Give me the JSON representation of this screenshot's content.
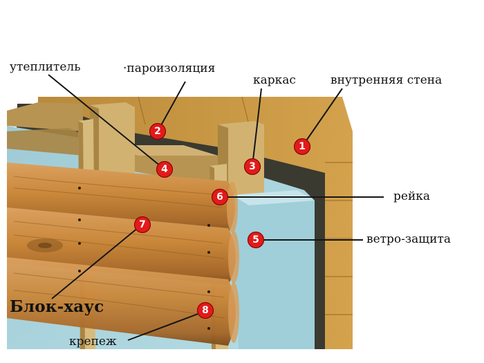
{
  "colors": {
    "leader": "#151515",
    "marker": "#e21a1a",
    "marker_text": "#ffffff",
    "insulation": "#a9d3dd",
    "vapor_barrier": "#3a3a30",
    "inner_wall": "#c8973f",
    "frame_wood": "#c2a061",
    "log": "#c9873a"
  },
  "labels": {
    "insulation": "утеплитель",
    "vapor_barrier": "пароизоляция",
    "frame": "каркас",
    "inner_wall": "внутренняя стена",
    "batten": "рейка",
    "wind_barrier": "ветро-защита",
    "block_house": "Блок-хаус",
    "fastener": "крепеж"
  },
  "markers": {
    "inner_wall": "1",
    "vapor_barrier": "2",
    "frame": "3",
    "insulation": "4",
    "wind_barrier": "5",
    "batten": "6",
    "block_house": "7",
    "fastener": "8"
  }
}
